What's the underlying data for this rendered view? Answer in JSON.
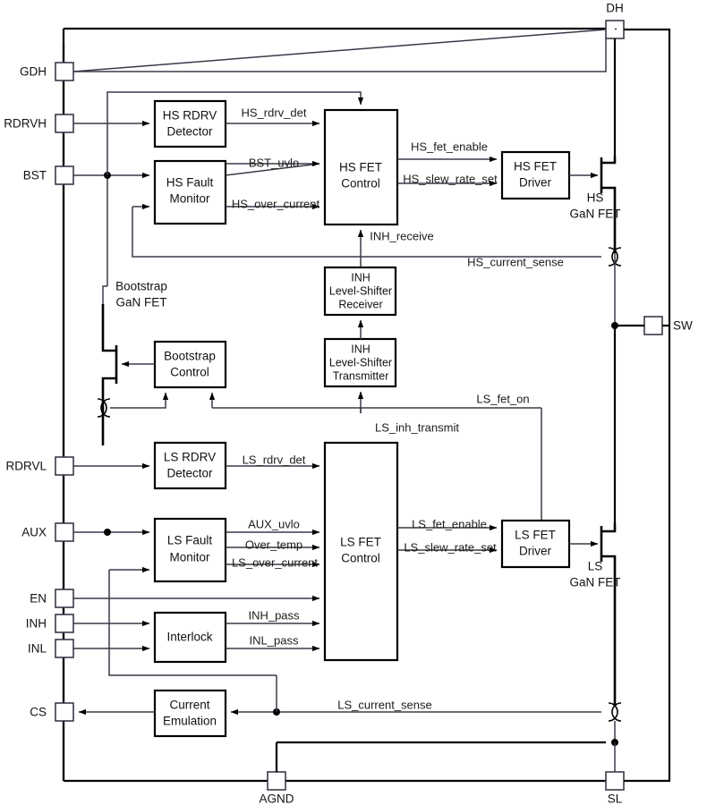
{
  "diagram": {
    "title": "GaN Half-Bridge Gate Driver Functional Block Diagram",
    "colors": {
      "line": "#3a3a48",
      "block_stroke": "#000000",
      "background": "#ffffff",
      "text": "#111111"
    }
  },
  "pins": {
    "left": [
      {
        "id": "gdh",
        "label": "GDH"
      },
      {
        "id": "rdrvh",
        "label": "RDRVH"
      },
      {
        "id": "bst",
        "label": "BST"
      },
      {
        "id": "rdrvl",
        "label": "RDRVL"
      },
      {
        "id": "aux",
        "label": "AUX"
      },
      {
        "id": "en",
        "label": "EN"
      },
      {
        "id": "inh",
        "label": "INH"
      },
      {
        "id": "inl",
        "label": "INL"
      },
      {
        "id": "cs",
        "label": "CS"
      }
    ],
    "right": [
      {
        "id": "dh",
        "label": "DH"
      },
      {
        "id": "sw",
        "label": "SW"
      },
      {
        "id": "sl",
        "label": "SL"
      }
    ],
    "bottom": [
      {
        "id": "agnd",
        "label": "AGND"
      }
    ]
  },
  "blocks": [
    {
      "id": "hs_rdrv_detector",
      "line1": "HS RDRV",
      "line2": "Detector"
    },
    {
      "id": "hs_fault_monitor",
      "line1": "HS Fault",
      "line2": "Monitor"
    },
    {
      "id": "hs_fet_control",
      "line1": "HS FET",
      "line2": "Control"
    },
    {
      "id": "hs_fet_driver",
      "line1": "HS FET",
      "line2": "Driver"
    },
    {
      "id": "inh_ls_receiver",
      "line1": "INH",
      "line2": "Level-Shifter",
      "line3": "Receiver"
    },
    {
      "id": "inh_ls_transmitter",
      "line1": "INH",
      "line2": "Level-Shifter",
      "line3": "Transmitter"
    },
    {
      "id": "bootstrap_control",
      "line1": "Bootstrap",
      "line2": "Control"
    },
    {
      "id": "ls_rdrv_detector",
      "line1": "LS RDRV",
      "line2": "Detector"
    },
    {
      "id": "ls_fault_monitor",
      "line1": "LS Fault",
      "line2": "Monitor"
    },
    {
      "id": "ls_fet_control",
      "line1": "LS FET",
      "line2": "Control"
    },
    {
      "id": "ls_fet_driver",
      "line1": "LS FET",
      "line2": "Driver"
    },
    {
      "id": "interlock",
      "line1": "Interlock",
      "line2": ""
    },
    {
      "id": "current_emulation",
      "line1": "Current",
      "line2": "Emulation"
    }
  ],
  "block_text": {
    "hs_rdrv_detector_1": "HS RDRV",
    "hs_rdrv_detector_2": "Detector",
    "hs_fault_monitor_1": "HS Fault",
    "hs_fault_monitor_2": "Monitor",
    "hs_fet_control_1": "HS FET",
    "hs_fet_control_2": "Control",
    "hs_fet_driver_1": "HS FET",
    "hs_fet_driver_2": "Driver",
    "inh_rx_1": "INH",
    "inh_rx_2": "Level-Shifter",
    "inh_rx_3": "Receiver",
    "inh_tx_1": "INH",
    "inh_tx_2": "Level-Shifter",
    "inh_tx_3": "Transmitter",
    "bootstrap_control_1": "Bootstrap",
    "bootstrap_control_2": "Control",
    "ls_rdrv_detector_1": "LS RDRV",
    "ls_rdrv_detector_2": "Detector",
    "ls_fault_monitor_1": "LS Fault",
    "ls_fault_monitor_2": "Monitor",
    "ls_fet_control_1": "LS FET",
    "ls_fet_control_2": "Control",
    "ls_fet_driver_1": "LS FET",
    "ls_fet_driver_2": "Driver",
    "interlock_1": "Interlock",
    "current_emulation_1": "Current",
    "current_emulation_2": "Emulation"
  },
  "signals": {
    "hs_rdrv_det": "HS_rdrv_det",
    "bst_uvlo": "BST_uvlo",
    "hs_over_current": "HS_over_current",
    "hs_fet_enable": "HS_fet_enable",
    "hs_slew_rate_set": "HS_slew_rate_set",
    "inh_receive": "INH_receive",
    "hs_current_sense": "HS_current_sense",
    "ls_inh_transmit": "LS_inh_transmit",
    "ls_fet_on": "LS_fet_on",
    "ls_rdrv_det": "LS_rdrv_det",
    "aux_uvlo": "AUX_uvlo",
    "over_temp": "Over_temp",
    "ls_over_current": "LS_over_current",
    "ls_fet_enable": "LS_fet_enable",
    "ls_slew_rate_set": "LS_slew_rate_set",
    "inh_pass": "INH_pass",
    "inl_pass": "INL_pass",
    "ls_current_sense": "LS_current_sense"
  },
  "devices": {
    "hs_gan_fet_1": "HS",
    "hs_gan_fet_2": "GaN FET",
    "ls_gan_fet_1": "LS",
    "ls_gan_fet_2": "GaN FET",
    "bootstrap_gan_fet_1": "Bootstrap",
    "bootstrap_gan_fet_2": "GaN FET"
  }
}
